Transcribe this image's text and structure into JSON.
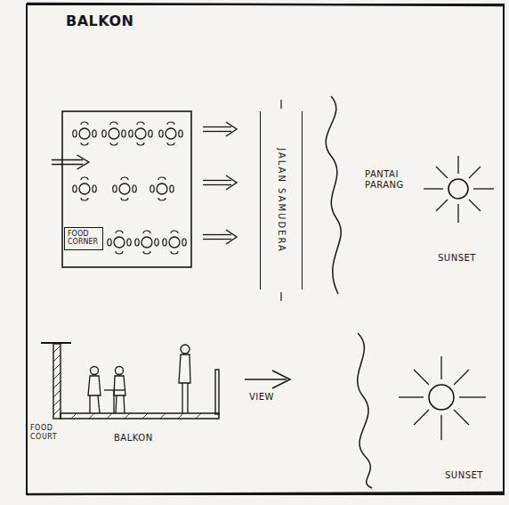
{
  "diagram": {
    "title": "BALKON",
    "nodes": [
      {
        "text": [
          "FOOD CORNER"
        ]
      },
      {
        "text": [
          "JALAN SAMUDERA"
        ]
      }
    ],
    "labels": [
      "PANTAI PARANG",
      "SUNSET",
      "FOOD COURT",
      "BALKON",
      "VIEW",
      "SUNSET"
    ]
  }
}
